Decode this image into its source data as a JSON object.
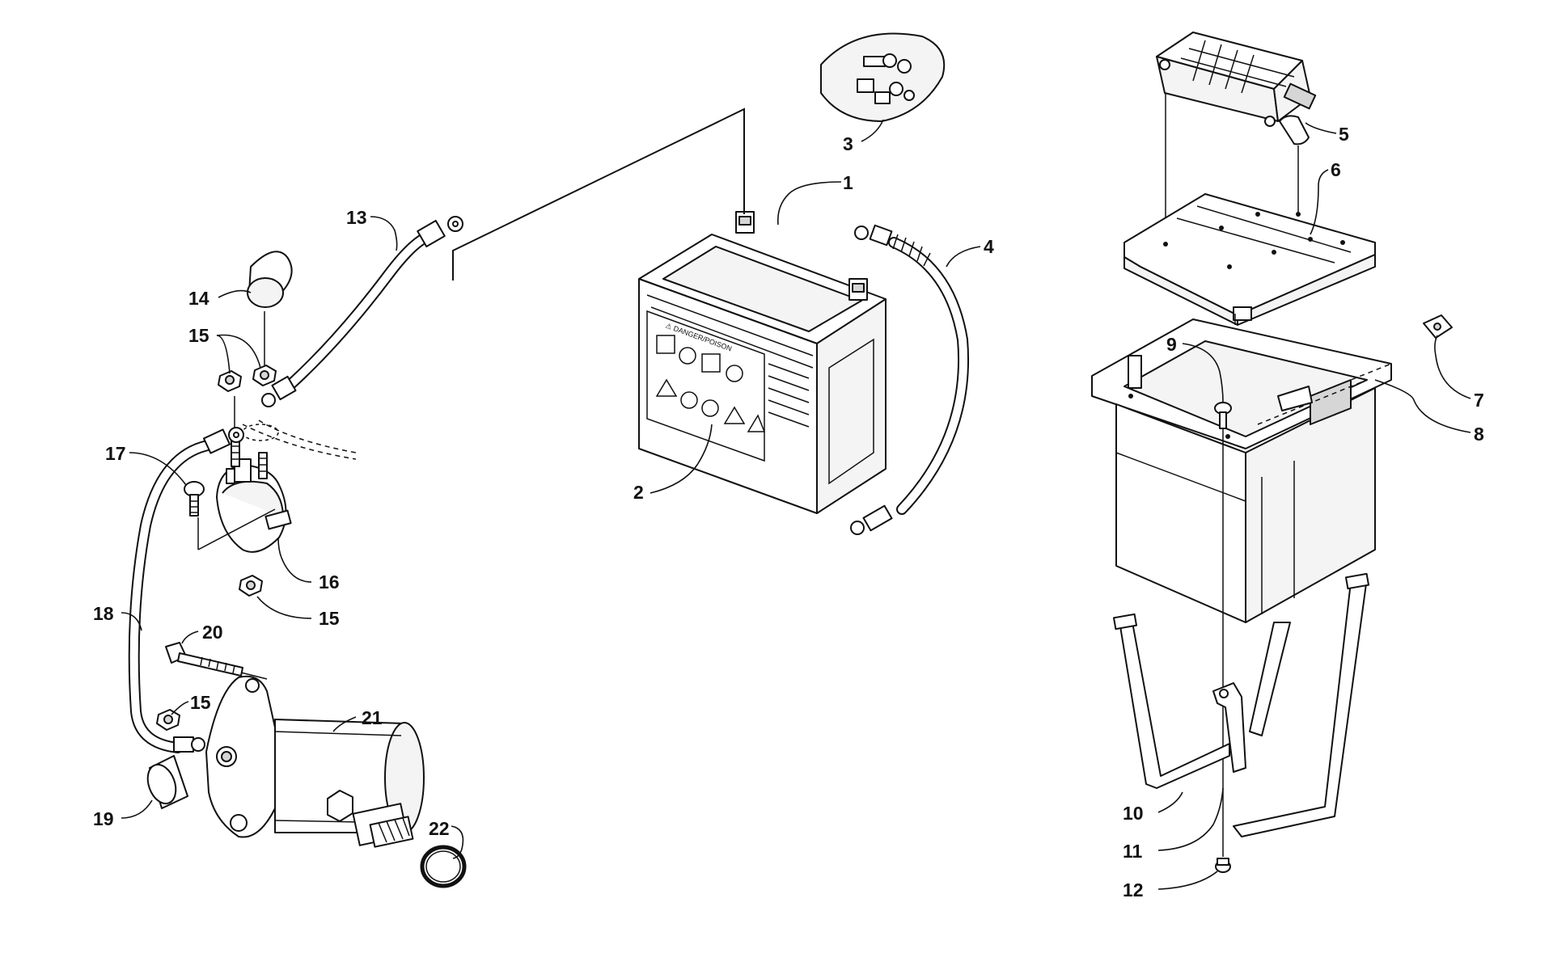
{
  "callouts": [
    "1",
    "2",
    "3",
    "4",
    "5",
    "6",
    "7",
    "8",
    "9",
    "10",
    "11",
    "12",
    "13",
    "14",
    "15",
    "16",
    "17",
    "18",
    "19",
    "20",
    "21",
    "22"
  ],
  "battery_label": {
    "title": "⚠ DANGER/POISON"
  },
  "colors": {
    "line": "#111111",
    "background": "#ffffff",
    "shade": "#d6d6d6"
  }
}
